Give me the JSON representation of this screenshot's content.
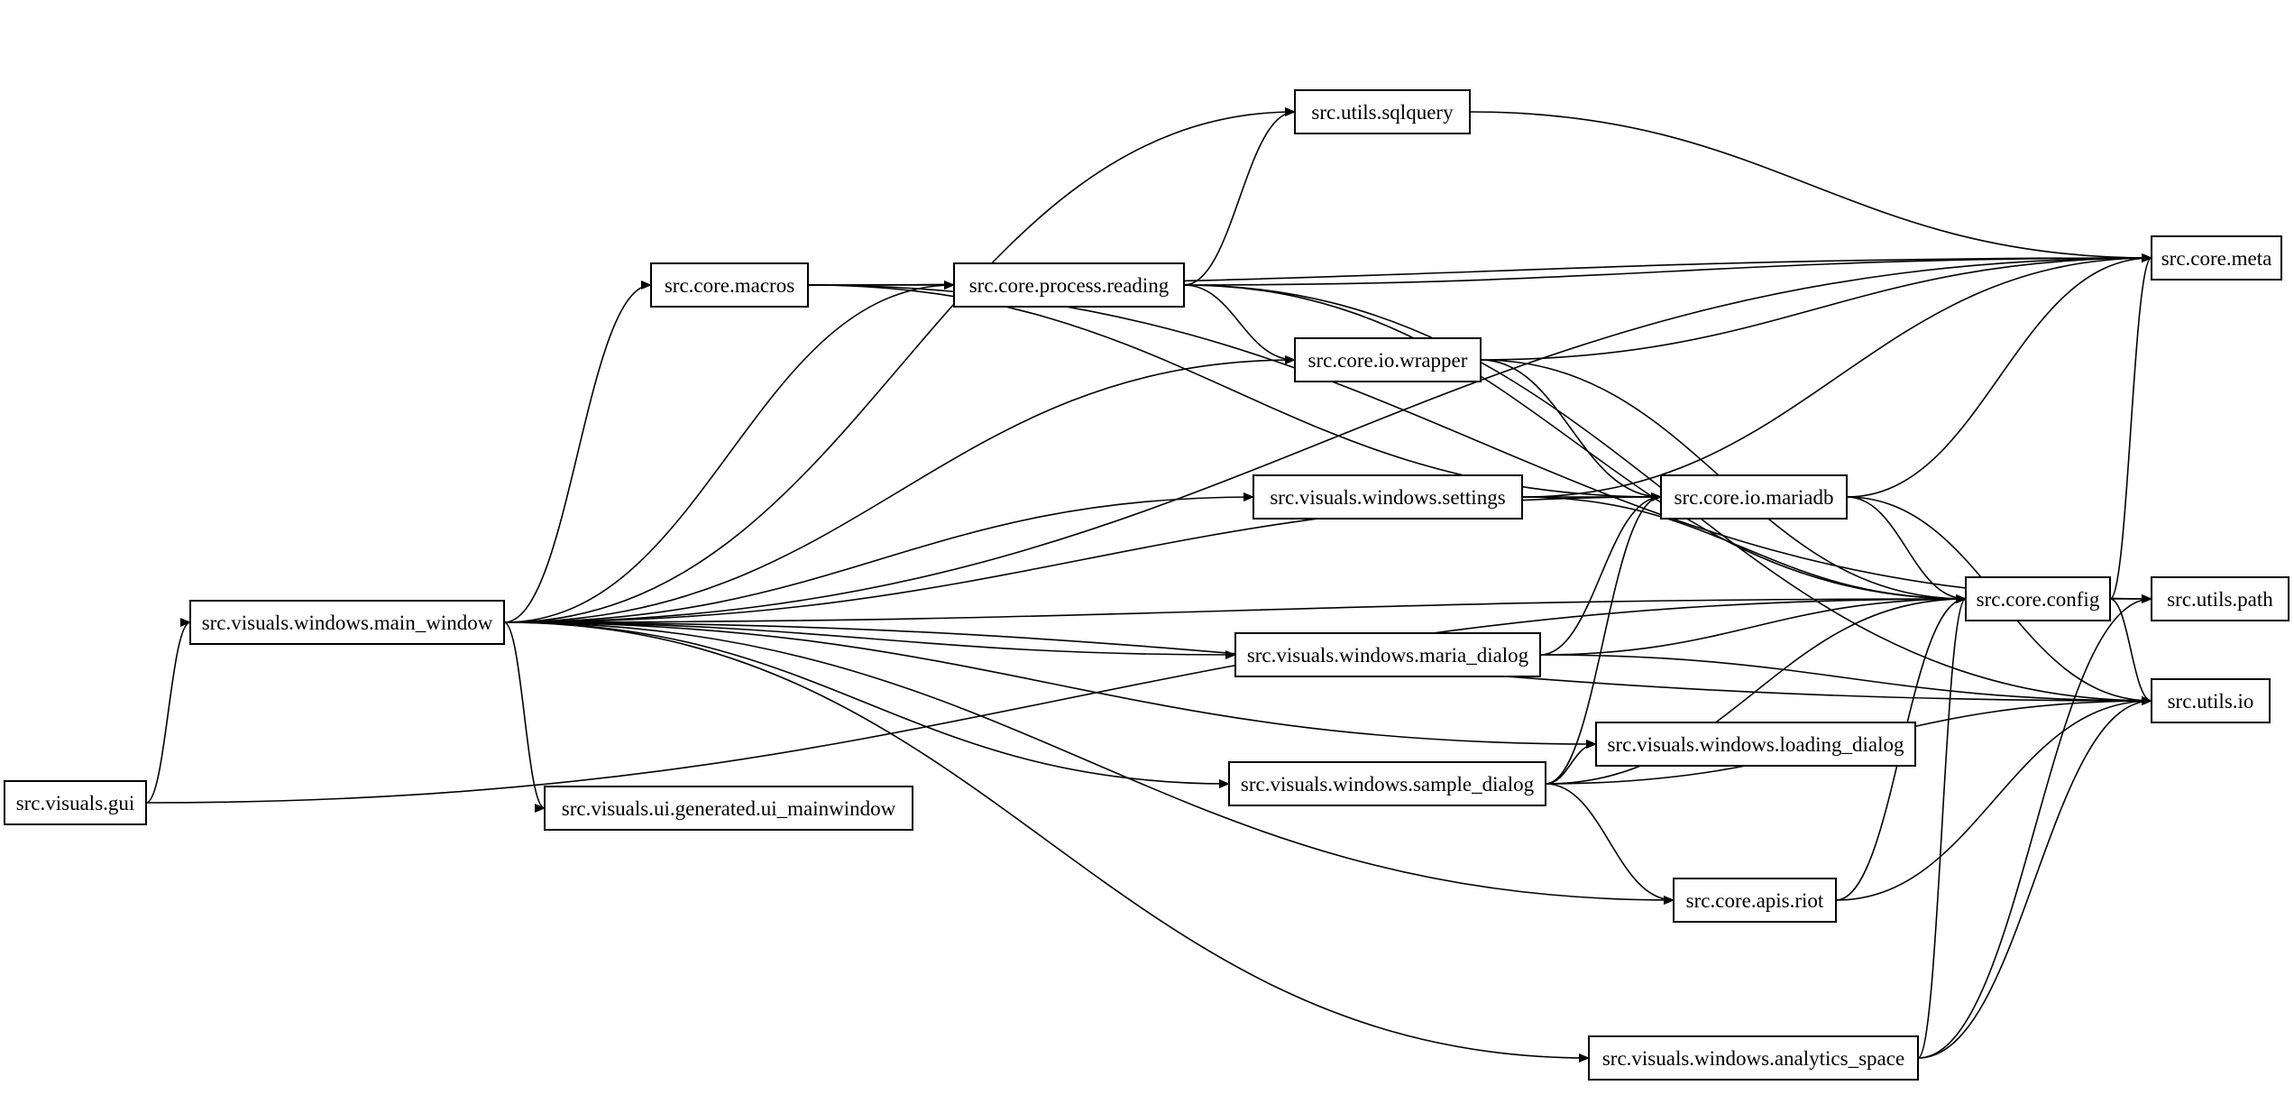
{
  "diagram": {
    "type": "dependency-graph",
    "nodes": [
      {
        "id": "gui",
        "label": "src.visuals.gui"
      },
      {
        "id": "main_window",
        "label": "src.visuals.windows.main_window"
      },
      {
        "id": "macros",
        "label": "src.core.macros"
      },
      {
        "id": "reading",
        "label": "src.core.process.reading"
      },
      {
        "id": "sqlquery",
        "label": "src.utils.sqlquery"
      },
      {
        "id": "wrapper",
        "label": "src.core.io.wrapper"
      },
      {
        "id": "settings",
        "label": "src.visuals.windows.settings"
      },
      {
        "id": "mariadb",
        "label": "src.core.io.mariadb"
      },
      {
        "id": "maria_dialog",
        "label": "src.visuals.windows.maria_dialog"
      },
      {
        "id": "loading_dialog",
        "label": "src.visuals.windows.loading_dialog"
      },
      {
        "id": "sample_dialog",
        "label": "src.visuals.windows.sample_dialog"
      },
      {
        "id": "ui_mainwindow",
        "label": "src.visuals.ui.generated.ui_mainwindow"
      },
      {
        "id": "riot",
        "label": "src.core.apis.riot"
      },
      {
        "id": "analytics",
        "label": "src.visuals.windows.analytics_space"
      },
      {
        "id": "config",
        "label": "src.core.config"
      },
      {
        "id": "meta",
        "label": "src.core.meta"
      },
      {
        "id": "path",
        "label": "src.utils.path"
      },
      {
        "id": "io",
        "label": "src.utils.io"
      }
    ],
    "edges": [
      {
        "from": "gui",
        "to": "main_window"
      },
      {
        "from": "gui",
        "to": "config"
      },
      {
        "from": "main_window",
        "to": "meta"
      },
      {
        "from": "main_window",
        "to": "sqlquery"
      },
      {
        "from": "main_window",
        "to": "macros"
      },
      {
        "from": "main_window",
        "to": "reading"
      },
      {
        "from": "main_window",
        "to": "wrapper"
      },
      {
        "from": "main_window",
        "to": "settings"
      },
      {
        "from": "main_window",
        "to": "mariadb"
      },
      {
        "from": "main_window",
        "to": "config"
      },
      {
        "from": "main_window",
        "to": "maria_dialog"
      },
      {
        "from": "main_window",
        "to": "loading_dialog"
      },
      {
        "from": "main_window",
        "to": "sample_dialog"
      },
      {
        "from": "main_window",
        "to": "ui_mainwindow"
      },
      {
        "from": "main_window",
        "to": "riot"
      },
      {
        "from": "main_window",
        "to": "io"
      },
      {
        "from": "main_window",
        "to": "analytics"
      },
      {
        "from": "macros",
        "to": "meta"
      },
      {
        "from": "macros",
        "to": "reading"
      },
      {
        "from": "macros",
        "to": "path"
      },
      {
        "from": "macros",
        "to": "mariadb"
      },
      {
        "from": "reading",
        "to": "sqlquery"
      },
      {
        "from": "reading",
        "to": "meta"
      },
      {
        "from": "reading",
        "to": "wrapper"
      },
      {
        "from": "reading",
        "to": "config"
      },
      {
        "from": "reading",
        "to": "io"
      },
      {
        "from": "sqlquery",
        "to": "meta"
      },
      {
        "from": "wrapper",
        "to": "meta"
      },
      {
        "from": "wrapper",
        "to": "mariadb"
      },
      {
        "from": "wrapper",
        "to": "config"
      },
      {
        "from": "settings",
        "to": "meta"
      },
      {
        "from": "settings",
        "to": "mariadb"
      },
      {
        "from": "settings",
        "to": "config"
      },
      {
        "from": "mariadb",
        "to": "meta"
      },
      {
        "from": "mariadb",
        "to": "config"
      },
      {
        "from": "mariadb",
        "to": "io"
      },
      {
        "from": "maria_dialog",
        "to": "mariadb"
      },
      {
        "from": "maria_dialog",
        "to": "config"
      },
      {
        "from": "maria_dialog",
        "to": "io"
      },
      {
        "from": "sample_dialog",
        "to": "mariadb"
      },
      {
        "from": "sample_dialog",
        "to": "loading_dialog"
      },
      {
        "from": "sample_dialog",
        "to": "config"
      },
      {
        "from": "sample_dialog",
        "to": "io"
      },
      {
        "from": "sample_dialog",
        "to": "riot"
      },
      {
        "from": "riot",
        "to": "config"
      },
      {
        "from": "riot",
        "to": "io"
      },
      {
        "from": "analytics",
        "to": "config"
      },
      {
        "from": "analytics",
        "to": "path"
      },
      {
        "from": "analytics",
        "to": "io"
      },
      {
        "from": "config",
        "to": "meta"
      },
      {
        "from": "config",
        "to": "path"
      },
      {
        "from": "config",
        "to": "io"
      }
    ]
  }
}
